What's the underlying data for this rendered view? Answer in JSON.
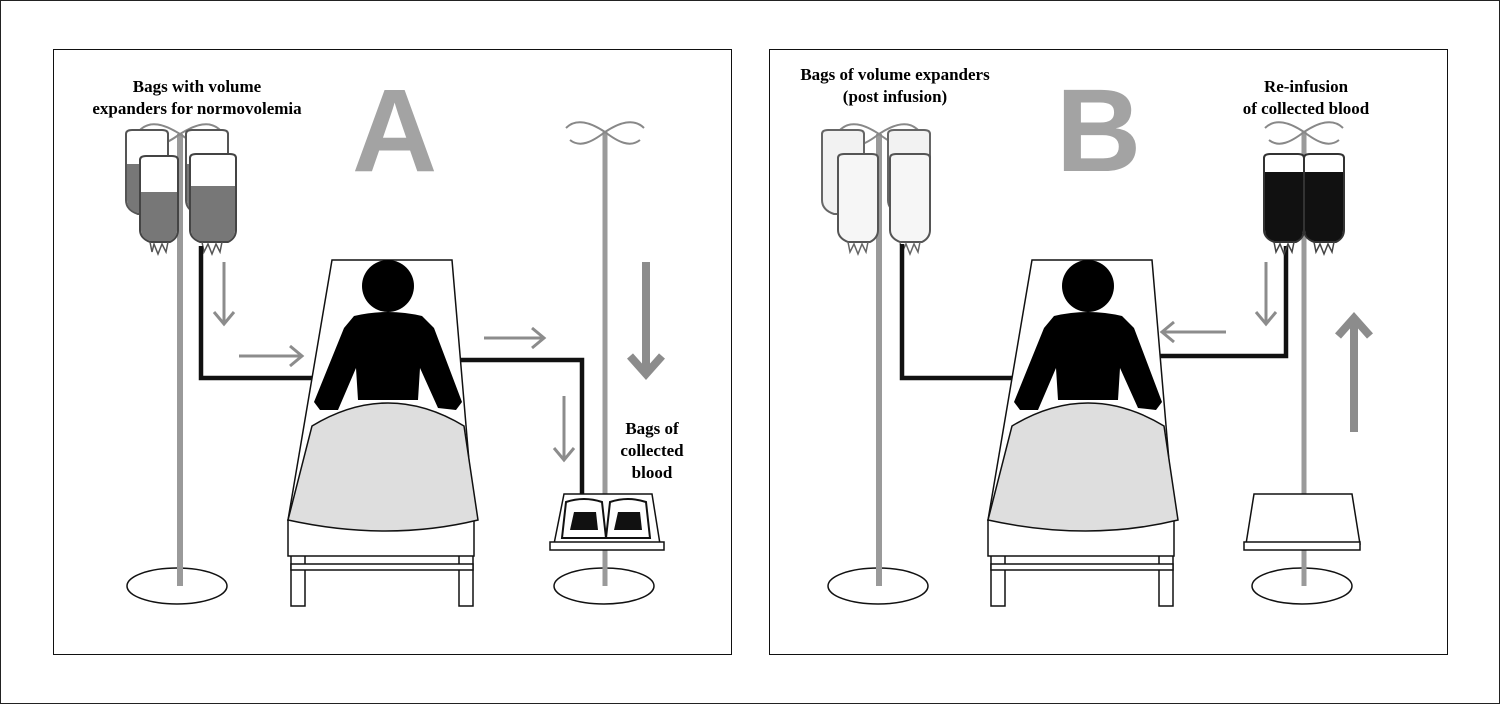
{
  "panel_a": {
    "letter": "A",
    "label_bags_line1": "Bags with volume",
    "label_bags_line2": "expanders for normovolemia",
    "label_collected_line1": "Bags of",
    "label_collected_line2": "collected",
    "label_collected_line3": "blood"
  },
  "panel_b": {
    "letter": "B",
    "label_bags_line1": "Bags of volume expanders",
    "label_bags_line2": "(post infusion)",
    "label_reinfusion_line1": "Re-infusion",
    "label_reinfusion_line2": "of collected blood"
  },
  "colors": {
    "pole": "#9a9a9a",
    "arrow": "#8c8c8c",
    "letter": "#a3a3a3",
    "blood": "#111111",
    "expander_full": "#777777",
    "expander_empty": "#f2f2f2",
    "blanket": "#dedede"
  }
}
